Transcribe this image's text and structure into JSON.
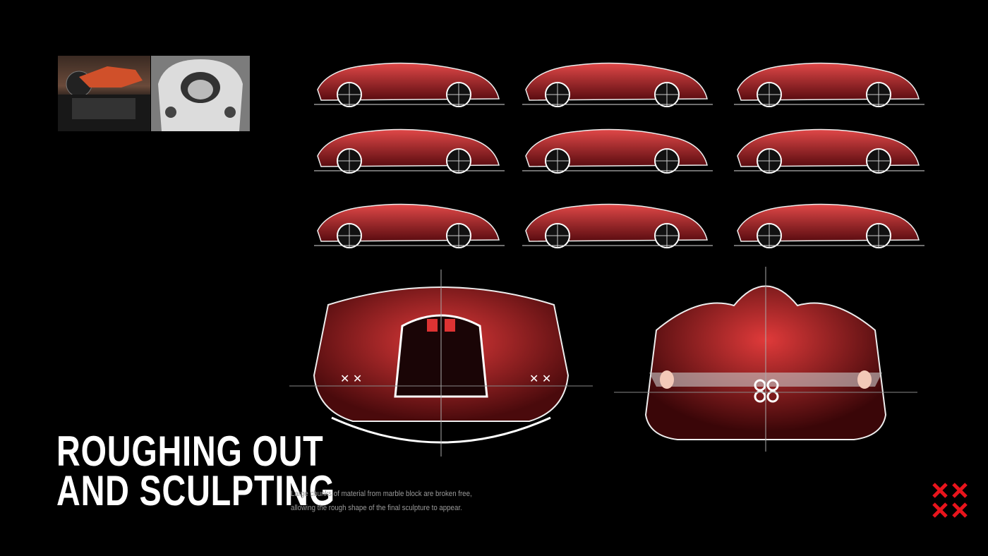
{
  "slide": {
    "title_line1": "ROUGHING OUT",
    "title_line2": "AND SCULPTING",
    "description_line1": "Large chunks of material from marble block are broken free,",
    "description_line2": "allowing the rough shape of the final sculpture to appear."
  },
  "colors": {
    "background": "#000000",
    "accent": "#e8141c",
    "sketch_red": "#b3232a",
    "text": "#ffffff",
    "muted_text": "#9a9a9a"
  },
  "icons": {
    "logo": "four-x-marks-logo"
  }
}
